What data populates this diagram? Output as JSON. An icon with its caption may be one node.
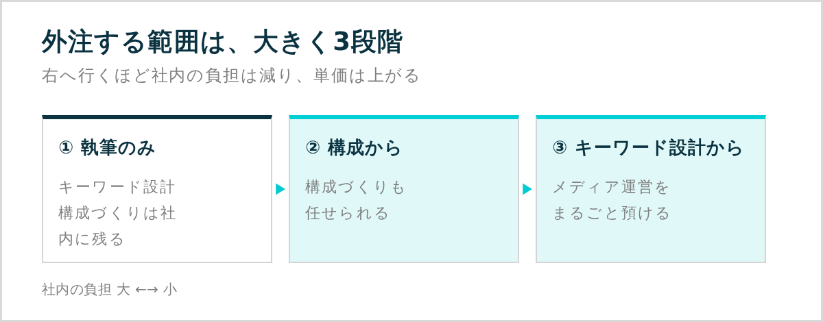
{
  "diagram": {
    "title": "外注する範囲は、大きく3段階",
    "nodes": [
      {
        "text": [
          "① 執筆のみ",
          "キーワード設計構成づくりは社内に残る"
        ]
      },
      {
        "text": [
          "② 構成から",
          "構成づくりも任せられる"
        ]
      },
      {
        "text": [
          "③ キーワード設計から",
          "メディア運営をまるごと預ける"
        ]
      }
    ],
    "edges": [
      {
        "from": 0,
        "to": 1,
        "arrow": "to"
      },
      {
        "from": 1,
        "to": 2,
        "arrow": "to"
      }
    ],
    "labels": [
      "右へ行くほど社内の負担は減り、単価は上がる",
      "社内の負担 大 ←→ 小"
    ]
  }
}
